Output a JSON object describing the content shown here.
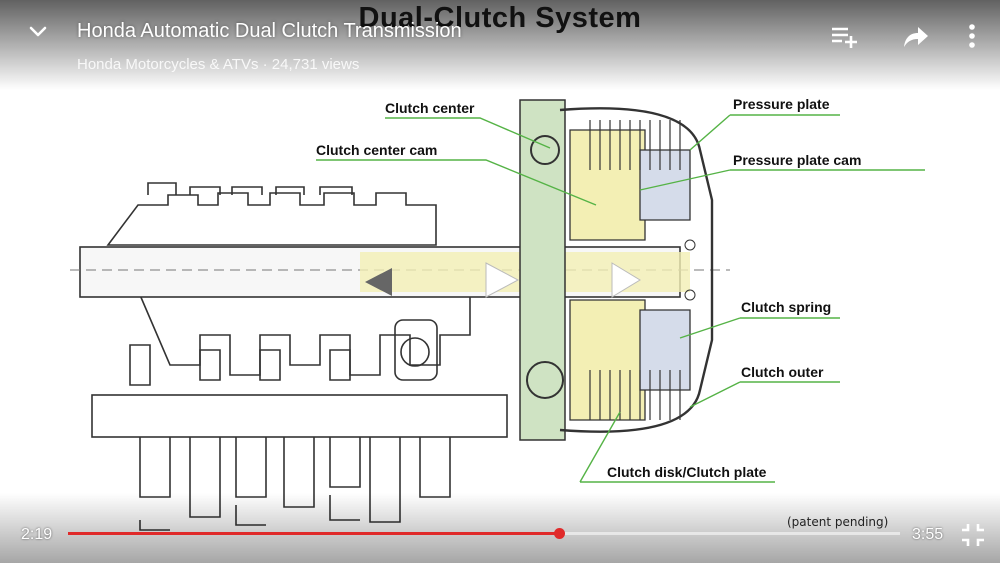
{
  "video": {
    "title": "Honda Automatic Dual Clutch Transmission",
    "channel_views": "Honda Motorcycles & ATVs · 24,731 views"
  },
  "slide": {
    "title": "Dual-Clutch System",
    "callouts": {
      "clutch_center": "Clutch center",
      "clutch_center_cam": "Clutch center cam",
      "pressure_plate": "Pressure plate",
      "pressure_plate_cam": "Pressure plate cam",
      "clutch_spring": "Clutch spring",
      "clutch_outer": "Clutch outer",
      "clutch_disk_plate": "Clutch disk/Clutch plate"
    },
    "footnote": "(patent pending)"
  },
  "controls": {
    "current_time": "2:19",
    "duration": "3:55",
    "progress": 0.59
  },
  "colors": {
    "progress": "#e02a2a",
    "green_part": "#cfe3c3",
    "yellow_part": "#f3efb4",
    "blue_part": "#d5dcea",
    "callout_line": "#55b346"
  },
  "icons": {
    "collapse": "chevron-down-icon",
    "add_to_queue": "playlist-add-icon",
    "share": "share-icon",
    "more": "more-vert-icon",
    "exit_fullscreen": "fullscreen-exit-icon"
  }
}
